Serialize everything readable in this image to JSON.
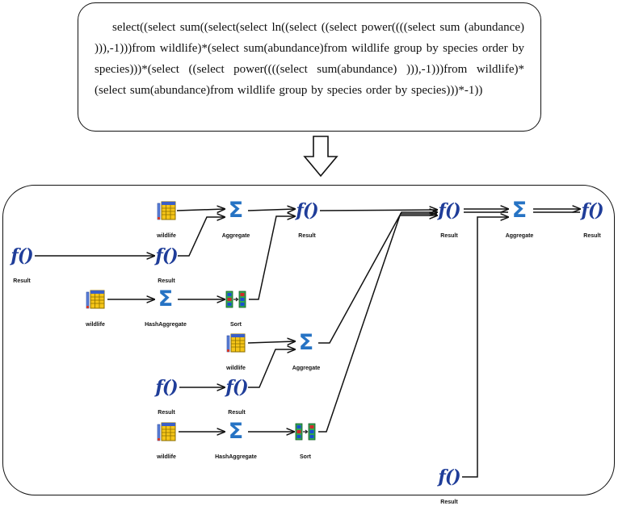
{
  "sql": {
    "query": "select((select sum((select(select ln((select ((select power((((select sum (abundance) ))),-1)))from wildlife)*(select sum(abundance)from wildlife group by species order by species)))*(select ((select power((((select sum(abundance) ))),-1)))from wildlife)*(select sum(abundance)from wildlife group by species order by species)))*-1))"
  },
  "plan": {
    "nodes": [
      {
        "id": "n1",
        "icon": "function-icon",
        "label": "Result"
      },
      {
        "id": "n2",
        "icon": "table-icon",
        "label": "wildlife"
      },
      {
        "id": "n3",
        "icon": "aggregate-icon",
        "label": "Aggregate"
      },
      {
        "id": "n4",
        "icon": "function-icon",
        "label": "Result"
      },
      {
        "id": "n5",
        "icon": "function-icon",
        "label": "Result"
      },
      {
        "id": "n6",
        "icon": "table-icon",
        "label": "wildlife"
      },
      {
        "id": "n7",
        "icon": "aggregate-icon",
        "label": "HashAggregate"
      },
      {
        "id": "n8",
        "icon": "sort-icon",
        "label": "Sort"
      },
      {
        "id": "n9",
        "icon": "table-icon",
        "label": "wildlife"
      },
      {
        "id": "n10",
        "icon": "aggregate-icon",
        "label": "Aggregate"
      },
      {
        "id": "n11",
        "icon": "function-icon",
        "label": "Result"
      },
      {
        "id": "n12",
        "icon": "function-icon",
        "label": "Result"
      },
      {
        "id": "n13",
        "icon": "table-icon",
        "label": "wildlife"
      },
      {
        "id": "n14",
        "icon": "aggregate-icon",
        "label": "HashAggregate"
      },
      {
        "id": "n15",
        "icon": "sort-icon",
        "label": "Sort"
      },
      {
        "id": "n16",
        "icon": "function-icon",
        "label": "Result"
      },
      {
        "id": "n17",
        "icon": "aggregate-icon",
        "label": "Aggregate"
      },
      {
        "id": "n18",
        "icon": "function-icon",
        "label": "Result"
      },
      {
        "id": "n19",
        "icon": "function-icon",
        "label": "Result"
      }
    ],
    "edges": [
      [
        "n2",
        "n3"
      ],
      [
        "n4",
        "n3"
      ],
      [
        "n1",
        "n4"
      ],
      [
        "n3",
        "n5"
      ],
      [
        "n8",
        "n5"
      ],
      [
        "n6",
        "n7"
      ],
      [
        "n7",
        "n8"
      ],
      [
        "n9",
        "n10"
      ],
      [
        "n11",
        "n10"
      ],
      [
        "n12",
        "n11"
      ],
      [
        "n13",
        "n14"
      ],
      [
        "n14",
        "n15"
      ],
      [
        "n5",
        "n16"
      ],
      [
        "n10",
        "n16"
      ],
      [
        "n15",
        "n16"
      ],
      [
        "n16",
        "n17"
      ],
      [
        "n19",
        "n17"
      ],
      [
        "n17",
        "n18"
      ]
    ]
  }
}
